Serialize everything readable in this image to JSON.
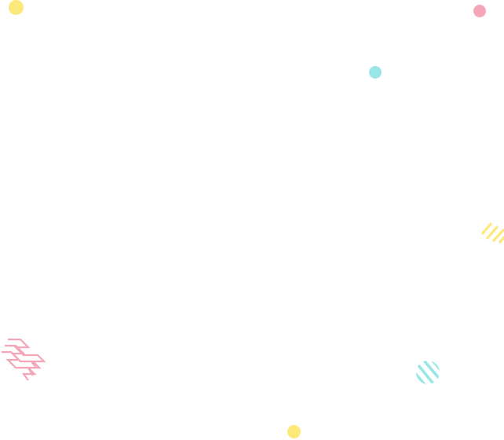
{
  "decorations": {
    "colors": {
      "yellow": "#fde87a",
      "pink": "#f4a5b8",
      "cyan": "#99e6e7"
    },
    "shapes": [
      {
        "name": "yellow-dot",
        "color": "yellow"
      },
      {
        "name": "pink-dot",
        "color": "pink"
      },
      {
        "name": "cyan-dot",
        "color": "cyan"
      },
      {
        "name": "yellow-diagonal-stripes",
        "color": "yellow"
      },
      {
        "name": "pink-zigzag-lines",
        "color": "pink"
      },
      {
        "name": "cyan-striped-circle",
        "color": "cyan"
      },
      {
        "name": "yellow-dot",
        "color": "yellow"
      }
    ]
  }
}
